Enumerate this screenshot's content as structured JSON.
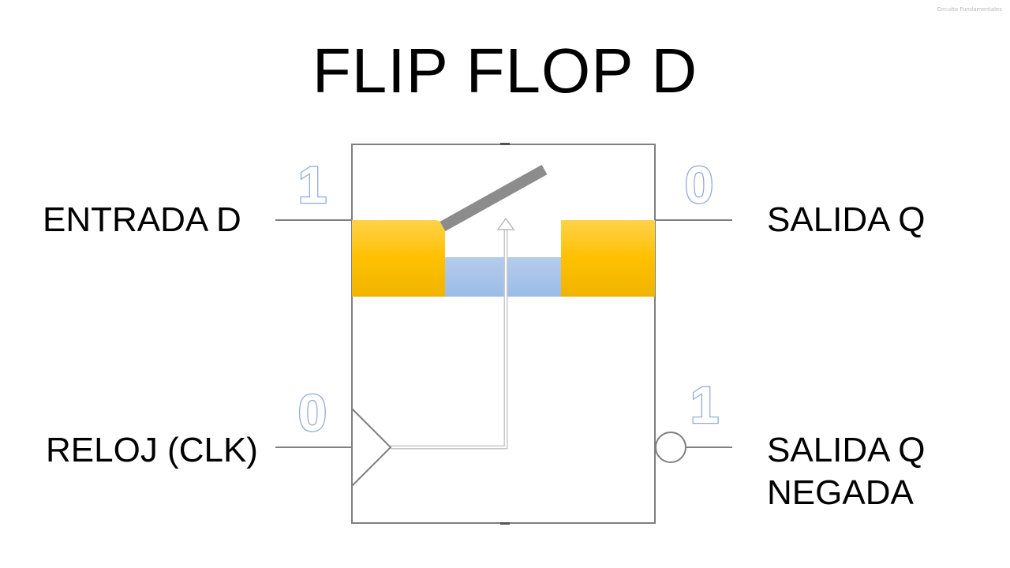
{
  "title": "FLIP FLOP D",
  "watermark": "Circuito Fundamentales",
  "inputs": {
    "d_label": "ENTRADA D",
    "clk_label": "RELOJ (CLK)"
  },
  "outputs": {
    "q_label": "SALIDA Q",
    "qn_label_line1": "SALIDA Q",
    "qn_label_line2": "NEGADA"
  },
  "values": {
    "d": "1",
    "clk": "0",
    "q": "0",
    "qn": "1"
  },
  "colors": {
    "latch_block": "#ffc000",
    "latch_gap": "#a4c2e8",
    "switch_arm": "#8c8c8c",
    "wire": "#7f7f7f",
    "bit_outline": "#8fa9d8"
  }
}
